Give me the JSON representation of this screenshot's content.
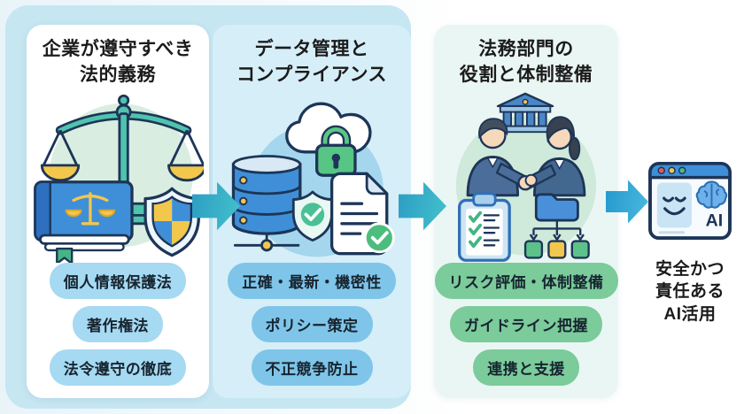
{
  "panels": [
    {
      "title_line1": "企業が遵守すべき",
      "title_line2": "法的義務",
      "icons": [
        "scales-of-justice",
        "law-book",
        "quartered-shield"
      ],
      "pills": [
        "個人情報保護法",
        "著作権法",
        "法令遵守の徹底"
      ],
      "pill_color": "#a6d9f2"
    },
    {
      "title_line1": "データ管理と",
      "title_line2": "コンプライアンス",
      "icons": [
        "cloud-lock",
        "database-shield-check",
        "document-check"
      ],
      "pills": [
        "正確・最新・機密性",
        "ポリシー策定",
        "不正競争防止"
      ],
      "pill_color": "#7fc5e9"
    },
    {
      "title_line1": "法務部門の",
      "title_line2": "役割と体制整備",
      "icons": [
        "bank-building",
        "handshake-people",
        "clipboard-checklist",
        "folder-orgchart"
      ],
      "pills": [
        "リスク評価・体制整備",
        "ガイドライン把握",
        "連携と支援"
      ],
      "pill_color": "#7bcb9b"
    }
  ],
  "result": {
    "ai_badge": "AI",
    "label_line1": "安全かつ",
    "label_line2": "責任ある",
    "label_line3": "AI活用"
  },
  "colors": {
    "backdrop": "#c6e6f2",
    "panel1_bg": "#ffffff",
    "panel2_bg": "#d6eef8",
    "panel3_bg": "#eaf6f3",
    "arrow": "#2fa3c9",
    "outline_navy": "#1d3557",
    "blue": "#3f8fd8",
    "teal": "#4fc4ad",
    "green": "#4dbd7e",
    "yellow": "#f2c74b"
  }
}
